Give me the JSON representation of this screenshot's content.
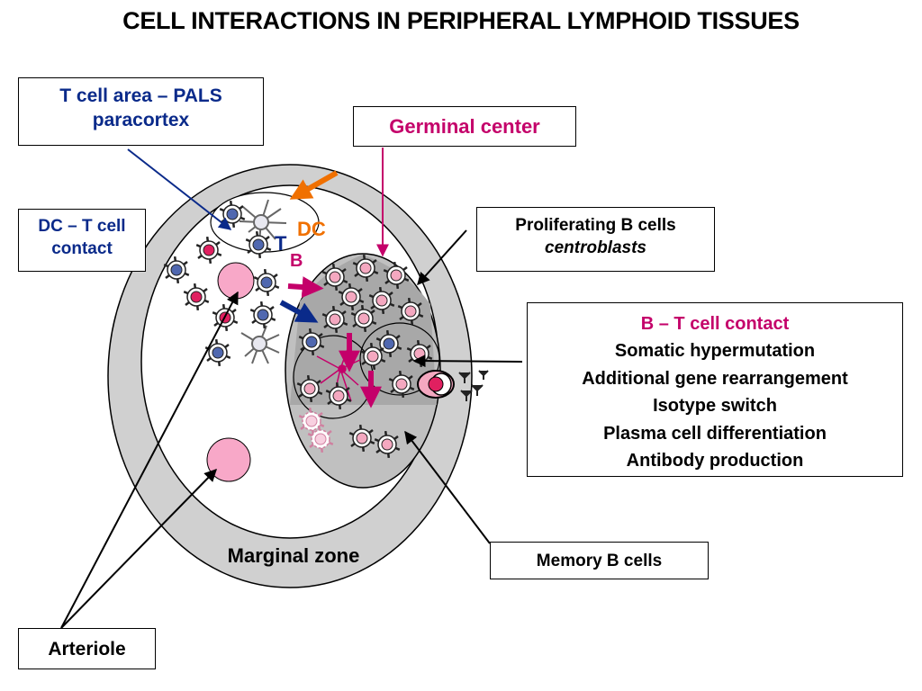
{
  "title": "CELL INTERACTIONS IN PERIPHERAL LYMPHOID TISSUES",
  "labels": {
    "t_cell_area": [
      "T cell area – PALS",
      "paracortex"
    ],
    "germinal_center": "Germinal center",
    "dc_t_contact": [
      "DC – T cell",
      "contact"
    ],
    "proliferating": [
      "Proliferating B cells",
      "centroblasts"
    ],
    "b_t_contact": [
      "B – T cell contact",
      "Somatic hypermutation",
      "Additional gene rearrangement",
      "Isotype switch",
      "Plasma cell differentiation",
      "Antibody production"
    ],
    "memory": "Memory B cells",
    "arteriole": "Arteriole",
    "marginal_zone": "Marginal zone",
    "inner_dc": "DC",
    "inner_t": "T",
    "inner_b": "B"
  },
  "colors": {
    "t_cell": "#5068b0",
    "dc_cell": "#e02060",
    "b_cell": "#f4a8c0",
    "arteriole": "#f8a8c8",
    "marginal_zone": "#d0d0d0",
    "germinal_center": "#c0c0c0",
    "blue_text": "#0a2a8a",
    "magenta_text": "#c4006a",
    "orange": "#f07000"
  }
}
